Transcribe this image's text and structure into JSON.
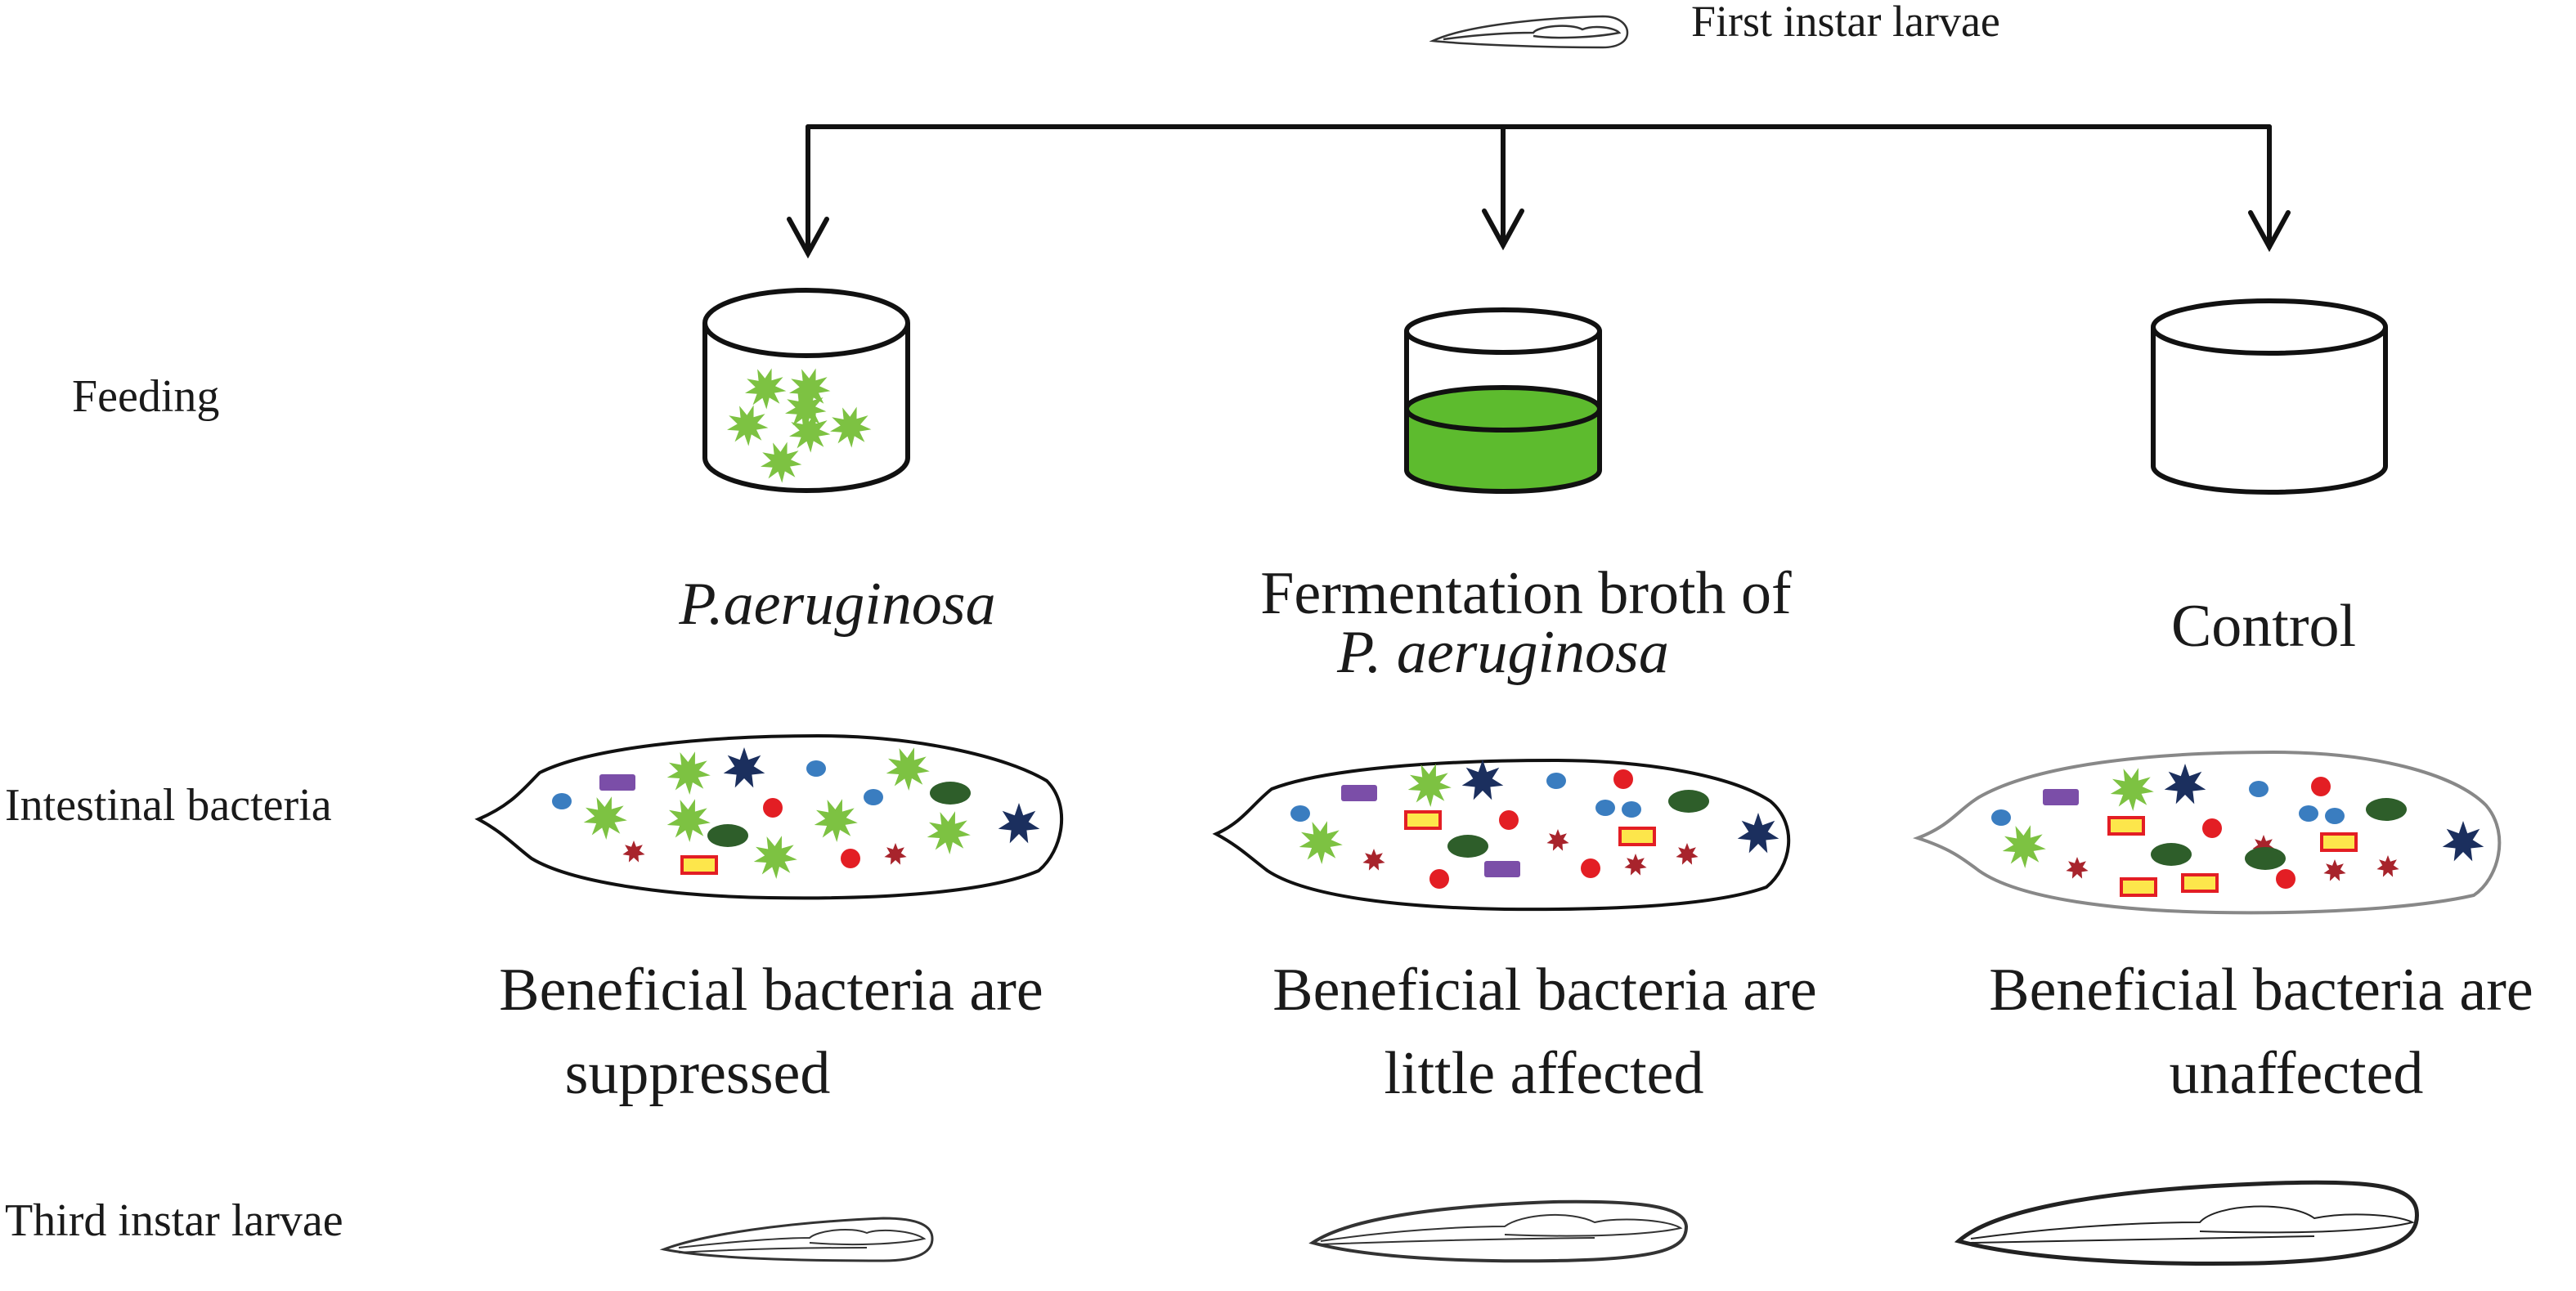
{
  "top": {
    "larva_label": "First instar larvae"
  },
  "rows": {
    "feeding": "Feeding",
    "intestinal": "Intestinal bacteria",
    "third_instar": "Third instar larvae"
  },
  "groups": [
    {
      "name": "P.aeruginosa",
      "name_line2": "",
      "outcome_line1": "Beneficial bacteria are",
      "outcome_line2": "suppressed"
    },
    {
      "name": "Fermentation broth of",
      "name_line2": "P. aeruginosa",
      "outcome_line1": "Beneficial bacteria are",
      "outcome_line2": "little affected"
    },
    {
      "name": "Control",
      "name_line2": "",
      "outcome_line1": "Beneficial bacteria are",
      "outcome_line2": "unaffected"
    }
  ],
  "colors": {
    "pathogen_green": "#7dc242",
    "broth_green": "#5dbb2e",
    "navy_star": "#1b2f5e",
    "blue_coccus": "#3a7dc0",
    "purple_rod": "#7b4ea8",
    "red_coccus": "#e31e24",
    "dark_red_star": "#a8242c",
    "dark_green_oval": "#2e5e2a",
    "yellow_rod": "#fde64b",
    "outline": "#111111"
  }
}
